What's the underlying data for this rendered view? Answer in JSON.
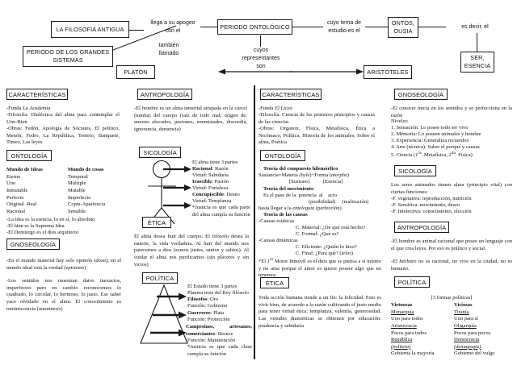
{
  "title_map": "La Filosofía Antigua - Periodo Ontológico - Platón y Aristóteles",
  "top_nodes": {
    "filosofia_antigua": "LA FILOSOFIA ANTIGUA",
    "periodo_grandes_sistemas": "PERIODO DE LOS GRANDES SISTEMAS",
    "periodo_ontologico": "PERIODO ONTOLÓGICO",
    "ontos_ousia": "ONTOS,\nOUSIA",
    "ser_esencia": "SER,\nESENCIA",
    "platon": "PLATÓN",
    "aristoteles": "ARISTÓTELES"
  },
  "connectors": {
    "llega_apogeo": "llega a su apogeo\ncon el",
    "tambien_llamado": "también\nllamado",
    "cuyo_tema": "cuyo tema de\nestudio es el",
    "es_decir": "es decir, el",
    "cuyos_representantes": "cuyos\nrepresentantes\nson"
  },
  "platon": {
    "caracteristicas": {
      "header": "CARACTERÍSTICAS",
      "lines": [
        "-Funda <i>La Academia</i>",
        "-Filosofía: Dialéctica del alma para contemplar el Uno-Bien",
        "-Obras: Fedón, Apología de Sócrates, El político, Menón, Fedro, La República, Teeteto, Banquete, Timeo, Las leyes"
      ]
    },
    "ontologia": {
      "header": "ONTOLOGÍA",
      "col_headers": [
        "Mundo de Ideas",
        "Mundo de cosas"
      ],
      "rows": [
        [
          "Eterno",
          "Temporal"
        ],
        [
          "Uno",
          "Múltiple"
        ],
        [
          "Inmutable",
          "Mutable"
        ],
        [
          "Perfecto",
          "Imperfecto"
        ],
        [
          "Original -Real",
          "Copia-Apariencia"
        ],
        [
          "Racional",
          "Sensible"
        ]
      ],
      "notes": [
        "-La idea es la esencia, lo en sí, lo absoluto",
        "-El bien es la Suprema Idea",
        "-El Demiurgo es el dios arquitecto"
      ]
    },
    "gnoseologia": {
      "header": "GNOSEOLOGÍA",
      "lines": [
        "-En el mundo material hay solo opinión (<i>doxa</i>); en el mundo ideal está la verdad (<i>episteme</i>)",
        "-Los sentidos nos muestran datos inexactos, imperfectos pero en cambio reconocemos lo cuadrado, lo circular, lo hermoso, lo justo. Ese saber yace olvidado en el alma. El conocimiento es reminiscencia (<i>anamnesis</i>)"
      ]
    },
    "antropologia": {
      "header": "ANTROPOLOGÍA",
      "lines": [
        "-El hombre es un alma inmortal atrapada en la cárcel (tumba) del cuerpo (raíz de todo mal; origen de: amores alocados, pasiones, enemistades, discordia, ignorancia, demencia)"
      ]
    },
    "sicologia": {
      "header": "SICOLOGÍA",
      "intro": "El alma tiene 3 partes",
      "parts": [
        {
          "name": "Racional",
          "desc": ": Razón",
          "virtue": "Virtud: Sabiduría"
        },
        {
          "name": "Irascible",
          "desc": ": Pasión",
          "virtue": "Virtud: Fortaleza"
        },
        {
          "name": "Concupiscible",
          "desc": ": Deseo",
          "virtue": "Virtud: Templanza"
        }
      ],
      "note": "*Justicia es que cada parte del alma cumpla su función",
      "figure": "stick-figure"
    },
    "etica": {
      "header": "ÉTICA",
      "lines": [
        "El alma desea huir del cuerpo. El filósofo desea la muerte, la vida verdadera. Al huir del mundo nos parecemos a dios (somos justos, santos y sabios). Al cuidar el alma nos purificamos (sin placeres y sin vicios)"
      ]
    },
    "politica": {
      "header": "POLÍTICA",
      "intro": [
        "El Estado tiene 3 partes",
        "Plantea tesis del Rey filósofo"
      ],
      "classes": [
        {
          "name": "Filósofos",
          "metal": ": Oro",
          "func": "Función: Gobierno"
        },
        {
          "name": "Guerreros",
          "metal": ": Plata",
          "func": "Función: Protección"
        },
        {
          "name": "Campesinos, artesanos, comerciantes",
          "metal": ": Bronce",
          "func": "Función: Manutención"
        }
      ],
      "note": "*Justicia es que cada clase cumpla su función",
      "figure": "triangle"
    }
  },
  "aristoteles": {
    "caracteristicas": {
      "header": "CARACTERÍSTICAS",
      "lines": [
        "-Funda <i>El Liceo</i>",
        "-Filosofía: Ciencia de los primeros principios y causas de las ciencias",
        "-Obras: Organon, Física, Metafísica, Ética a Nicómaco, Política, Historia de los animales, Sobre el alma, Poética"
      ]
    },
    "ontologia": {
      "header": "ONTOLOGÍA",
      "hilemorfico_title": "Teoría del compuesto hilemórfico",
      "hilemorfico_line": "Sustancia=Materia (<i>hyle</i>)+Forma (<i>morphe</i>)",
      "hilemorfico_sub": "[Sustrato]          [Esencia]",
      "movimiento_title": "Teoría del movimiento",
      "movimiento_line1": "Es el paso de la  potencia  al    acto",
      "movimiento_line2": "(posibilidad)     (realización)",
      "movimiento_line3": "hasta llegar a la <i>entelequia</i> (perfección)",
      "causas_title": "Teoría de las causas",
      "causas": [
        "-Causas estáticas",
        "C. Material: ¿De qué está hecho?",
        "C. Formal: ¿Qué es?",
        "-Causas dinámicas",
        "C. Eficiente: ¿Quién lo hizo?",
        "C. Final: ¿Para qué? (<i>telos</i>)"
      ],
      "note": "*El 1<sup>er</sup> Motor Inmóvil es el dios que se piensa a sí mismo y no  ama porque el amor es querer poseer algo que no tenemos"
    },
    "gnoseologia": {
      "header": "GNOSEOLOGÍA",
      "intro": "-El conocer inicia en los sentidos y se perfecciona en la razón",
      "niveles_label": "Niveles:",
      "niveles": [
        "1. Sensación: Lo posee todo ser vivo",
        "2. Memoria: Lo poseen animales y hombre",
        "3. Experiencia: Generaliza recuerdos",
        "4. Arte (técnica): Saber el porqué y causas",
        "5. Ciencia (1<sup>ra</sup>. Metafísica, 2<sup>da</sup>. Física)"
      ]
    },
    "sicologia": {
      "header": "SICOLOGÍA",
      "lines": [
        "Los seres animados tienen alma (principio vital) con ciertas funciones:",
        "-F. vegetativa: reproducción, nutrición",
        "-F. Sensitiva: movimiento, deseo",
        "-F. Intelectiva: conocimiento, elección"
      ]
    },
    "antropologia": {
      "header": "ANTROPOLOGÍA",
      "lines": [
        "-El hombre es animal racional que posee un lenguaje con el que crea leyes. Por eso es político y social.",
        "-El <i>bárbaro</i> no es racional, no vive en la ciudad, no es humano."
      ]
    },
    "etica": {
      "header": "ÉTICA",
      "lines": [
        "Toda acción humana tiende a un fin: la felicidad. Esto es vivir bien, de acuerdo a la razón cultivando el justo medio para tener virtud ética: templanza, valentía, generosidad. Las virtudes dianoéticas se obtienen por educación: prudencia y sabiduría"
      ]
    },
    "politica": {
      "header": "POLÍTICA",
      "caption": "[3 formas políticas]",
      "col_headers": [
        "Virtuosas",
        "Viciosas"
      ],
      "rows": [
        {
          "virtuous": "Monarquía",
          "virtuous_sub": "Uno para todos",
          "vicious": "Tiranía",
          "vicious_sub": "Uno para sí"
        },
        {
          "virtuous": "Aristocracia",
          "virtuous_sub": "Pocos para todos",
          "vicious": "Oligarquía",
          "vicious_sub": "Pocos para pocos"
        },
        {
          "virtuous": "República",
          "virtuous_sub2": "(politeia)",
          "virtuous_sub": "Gobierna la mayoría",
          "vicious": "Democracia",
          "vicious_sub2": "(demagogia)",
          "vicious_sub": "Gobierno del vulgo"
        }
      ]
    }
  }
}
